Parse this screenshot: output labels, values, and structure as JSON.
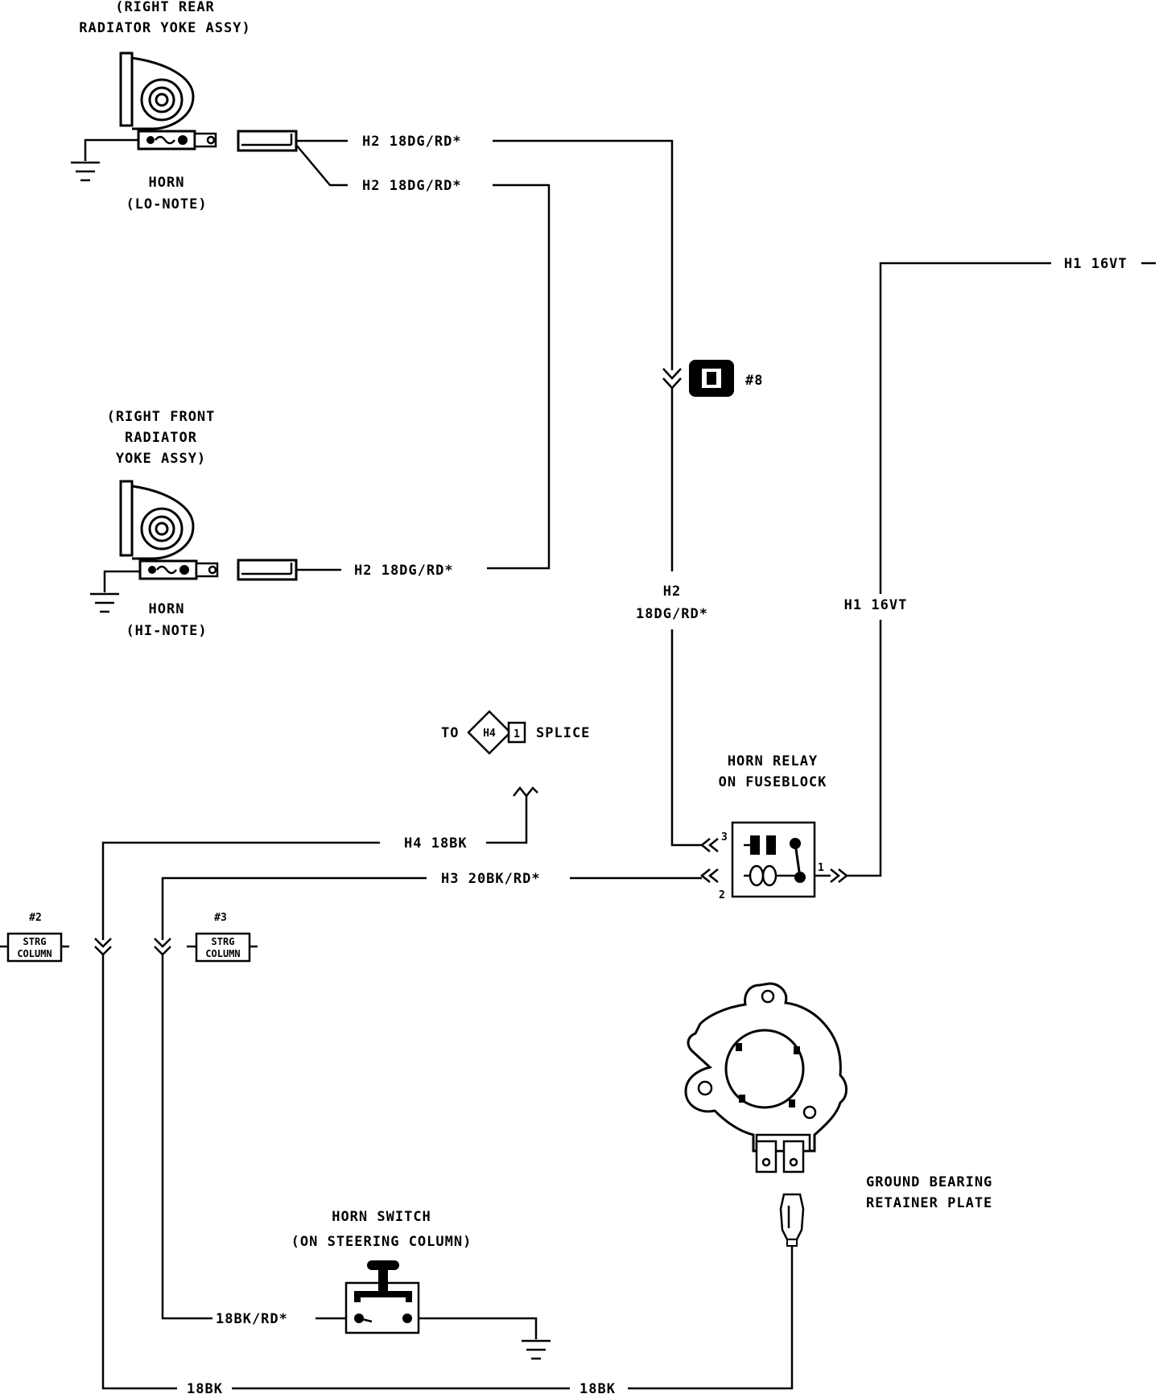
{
  "labels": {
    "horn_lo_location": [
      "(RIGHT REAR",
      "RADIATOR YOKE ASSY)"
    ],
    "horn_lo_name": [
      "HORN",
      "(LO-NOTE)"
    ],
    "horn_hi_location": [
      "(RIGHT FRONT",
      "RADIATOR",
      "YOKE ASSY)"
    ],
    "horn_hi_name": [
      "HORN",
      "(HI-NOTE)"
    ],
    "wire_h2_a": "H2 18DG/RD*",
    "wire_h2_b": "H2 18DG/RD*",
    "wire_h2_c": "H2 18DG/RD*",
    "wire_h2_vertical": [
      "H2",
      "18DG/RD*"
    ],
    "wire_h1_top": "H1 16VT",
    "wire_h1_vertical": "H1 16VT",
    "connector_8": "#8",
    "splice": {
      "prefix": "TO",
      "id": "H4",
      "pin": "1",
      "suffix": "SPLICE"
    },
    "horn_relay": [
      "HORN RELAY",
      "ON FUSEBLOCK"
    ],
    "relay_pins": {
      "p3": "3",
      "p2": "2",
      "p1": "1"
    },
    "wire_h4": "H4 18BK",
    "wire_h3": "H3 20BK/RD*",
    "strg_2": {
      "num": "#2",
      "line1": "STRG",
      "line2": "COLUMN"
    },
    "strg_3": {
      "num": "#3",
      "line1": "STRG",
      "line2": "COLUMN"
    },
    "ground_bearing": [
      "GROUND BEARING",
      "RETAINER PLATE"
    ],
    "horn_switch": [
      "HORN SWITCH",
      "(ON STEERING COLUMN)"
    ],
    "wire_18bkrd": "18BK/RD*",
    "wire_18bk_left": "18BK",
    "wire_18bk_right": "18BK"
  }
}
